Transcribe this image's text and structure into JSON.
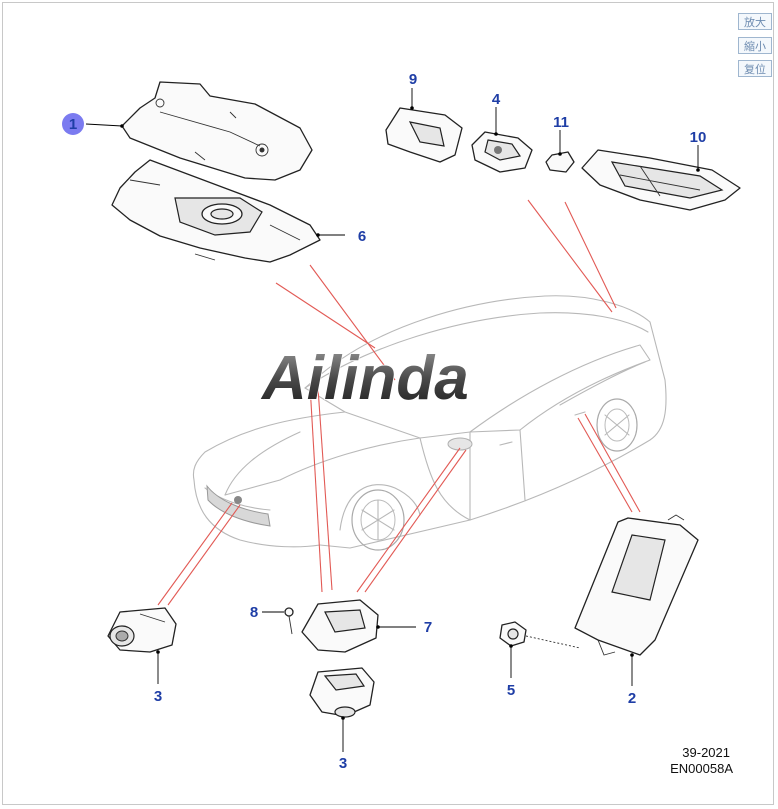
{
  "toolbar": {
    "zoom_in": "放大",
    "zoom_out": "縮小",
    "reset": "复位"
  },
  "watermark": "Ailinda",
  "callouts": {
    "c1": "1",
    "c2": "2",
    "c3a": "3",
    "c3b": "3",
    "c4": "4",
    "c5": "5",
    "c6": "6",
    "c7": "7",
    "c8": "8",
    "c9": "9",
    "c10": "10",
    "c11": "11"
  },
  "footer": {
    "date_code": "39-2021",
    "drawing_id": "EN00058A"
  },
  "colors": {
    "callout_text": "#1f3ea6",
    "highlight_marker": "#7b7bf0",
    "leader_red": "#e25a55",
    "car_outline": "#b8b8b8",
    "toolbar_border": "#9fb6cf"
  }
}
